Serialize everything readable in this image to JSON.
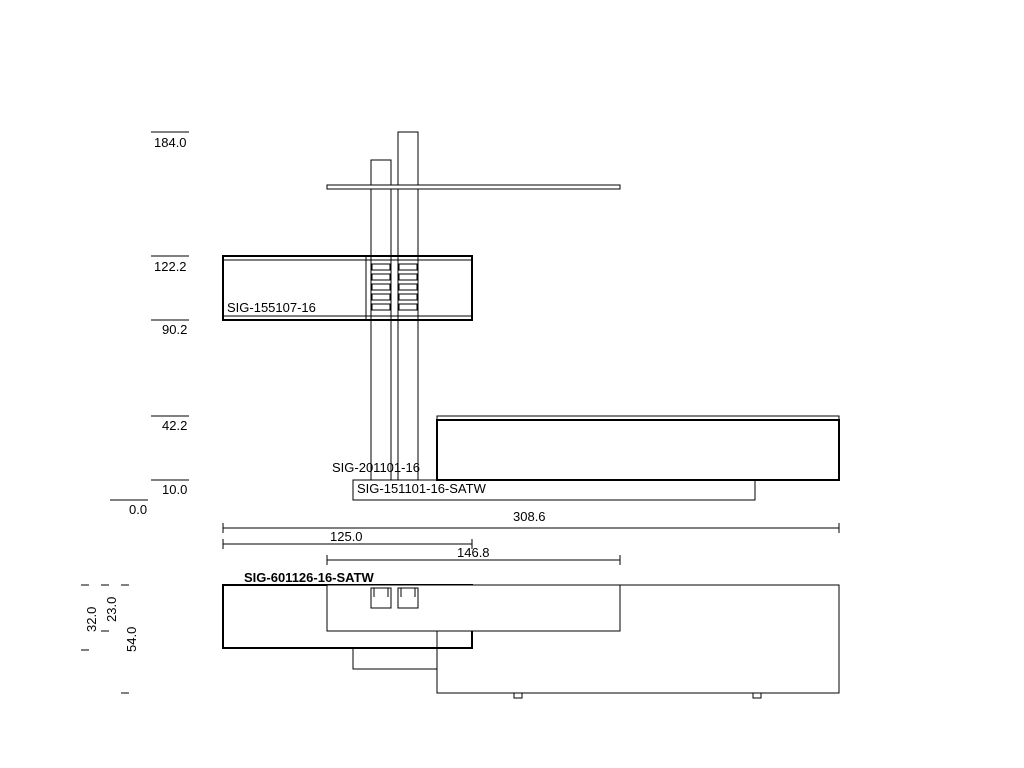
{
  "elevation_levels": [
    "184.0",
    "122.2",
    "90.2",
    "42.2",
    "10.0",
    "0.0"
  ],
  "part_labels": {
    "wall_unit": "SIG-155107-16",
    "tall_panel": "SIG-201101-16",
    "base_unit": "SIG-151101-16-SATW",
    "plan_unit": "SIG-601126-16-SATW"
  },
  "width_dimensions": {
    "overall": "308.6",
    "left": "125.0",
    "shelf": "146.8"
  },
  "depth_dimensions": {
    "d1": "32.0",
    "d2": "23.0",
    "d3": "54.0"
  }
}
